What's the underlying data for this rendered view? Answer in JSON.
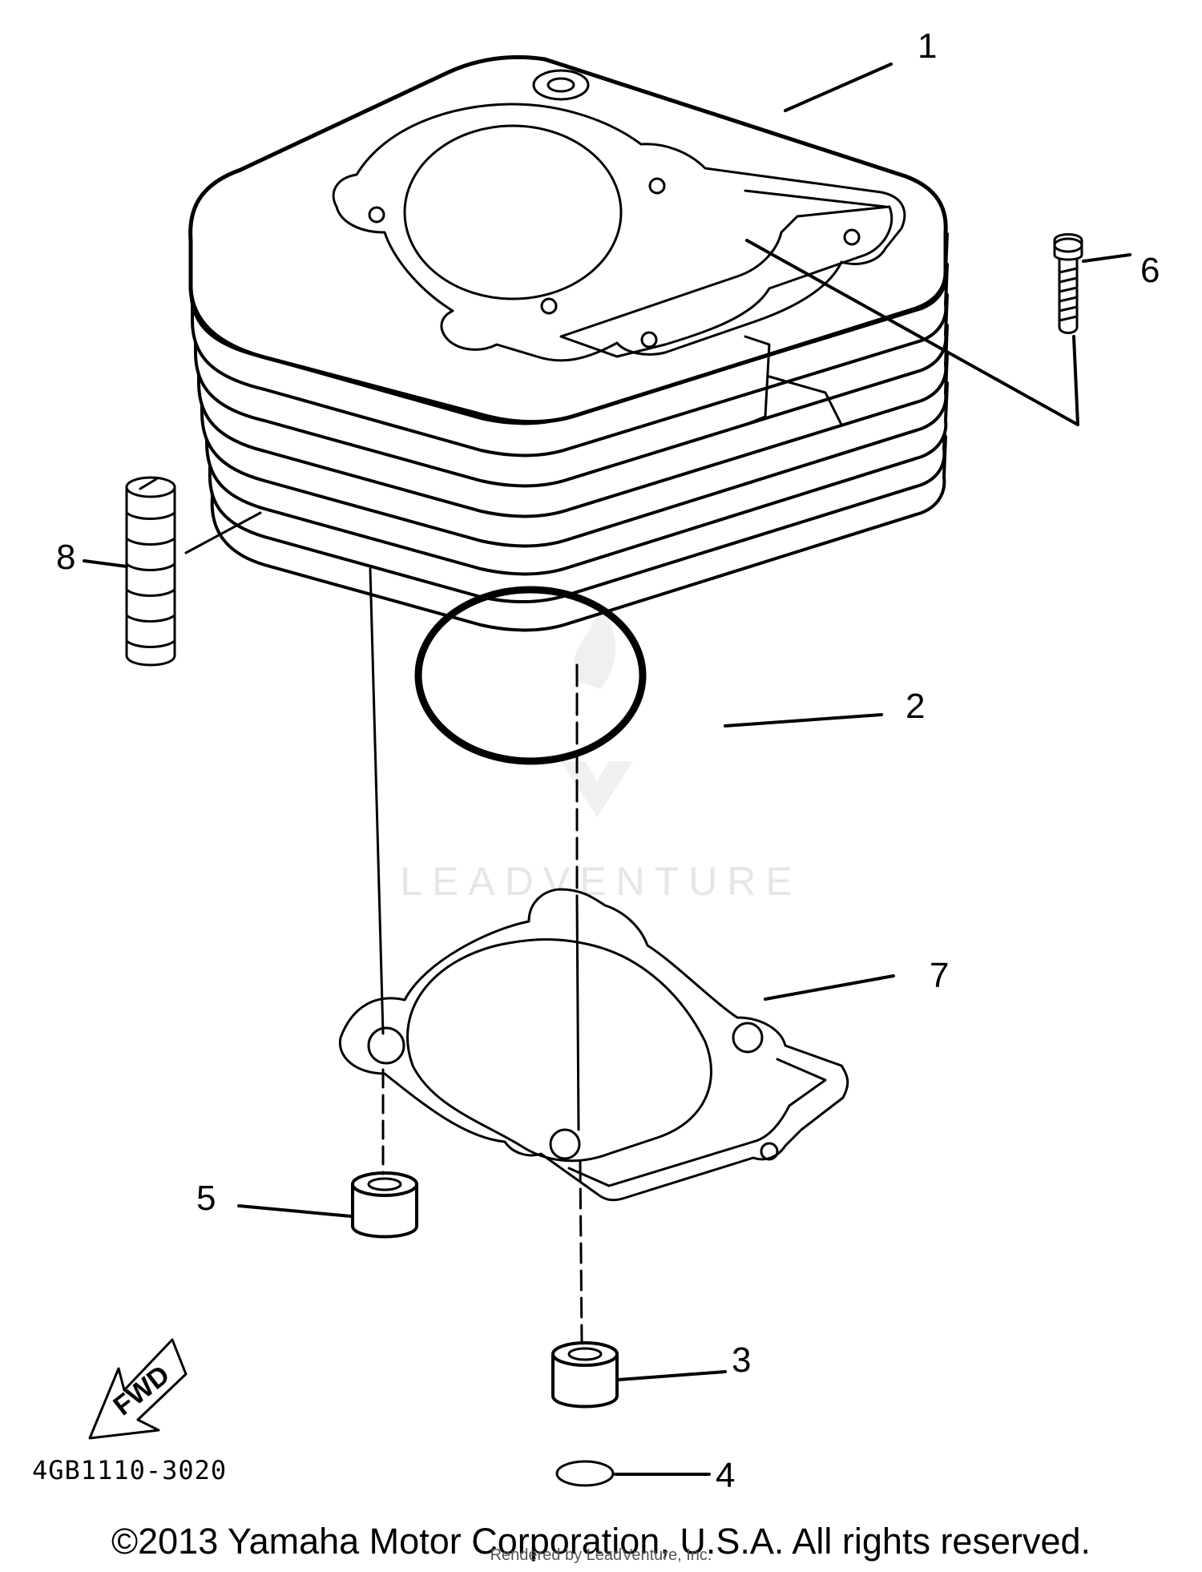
{
  "watermark": "LEADVENTURE",
  "diagram_code": "4GB1110-3020",
  "fwd_label": "FWD",
  "callouts": [
    {
      "id": "1",
      "label": "1"
    },
    {
      "id": "2",
      "label": "2"
    },
    {
      "id": "3",
      "label": "3"
    },
    {
      "id": "4",
      "label": "4"
    },
    {
      "id": "5",
      "label": "5"
    },
    {
      "id": "6",
      "label": "6"
    },
    {
      "id": "7",
      "label": "7"
    },
    {
      "id": "8",
      "label": "8"
    }
  ],
  "copyright": "©2013 Yamaha Motor Corporation, U.S.A. All rights reserved.",
  "rendered_by": "Rendered by LeadVenture, Inc."
}
